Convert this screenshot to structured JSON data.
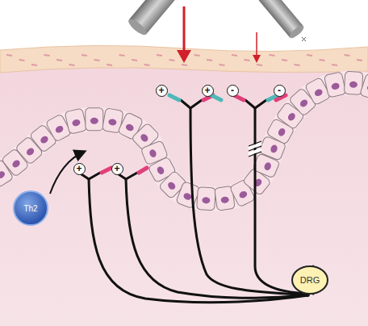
{
  "diagram": {
    "nodes": [
      {
        "text": [
          "+"
        ]
      },
      {
        "text": [
          "+"
        ]
      },
      {
        "text": [
          "-"
        ]
      },
      {
        "text": [
          "-"
        ]
      },
      {
        "text": [
          "+"
        ]
      },
      {
        "text": [
          "+"
        ]
      },
      {
        "text": [
          "Th2"
        ]
      },
      {
        "text": [
          "DRG"
        ]
      }
    ]
  }
}
